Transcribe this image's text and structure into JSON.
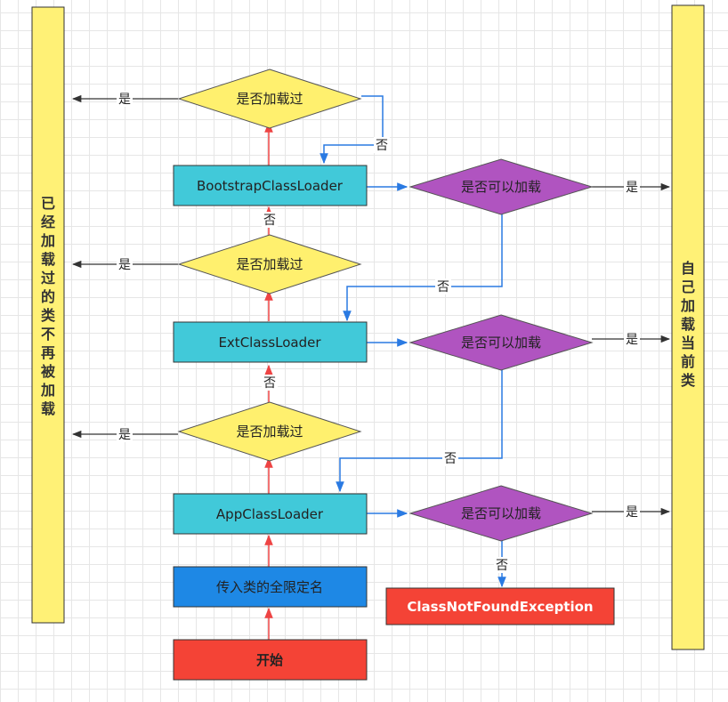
{
  "nodes": {
    "left_panel": {
      "chars": [
        "已",
        "经",
        "加",
        "载",
        "过",
        "的",
        "类",
        "不",
        "再",
        "被",
        "加",
        "载"
      ]
    },
    "right_panel": {
      "chars": [
        "自",
        "己",
        "加",
        "载",
        "当",
        "前",
        "类"
      ]
    },
    "loaded_check_1": "是否加载过",
    "loaded_check_2": "是否加载过",
    "loaded_check_3": "是否加载过",
    "bootstrap_loader": "BootstrapClassLoader",
    "ext_loader": "ExtClassLoader",
    "app_loader": "AppClassLoader",
    "can_load_1": "是否可以加载",
    "can_load_2": "是否可以加载",
    "can_load_3": "是否可以加载",
    "input_name": "传入类的全限定名",
    "start": "开始",
    "exception": "ClassNotFoundException"
  },
  "edge_labels": {
    "yes": "是",
    "no": "否"
  },
  "colors": {
    "panel": "#fff176",
    "diamond_yellow": "#fff06e",
    "diamond_purple": "#b054c0",
    "loader_box": "#41c9d9",
    "input_box": "#1e88e5",
    "start_box": "#f44336",
    "exception_box": "#f44336",
    "arrow_red": "#ee4444",
    "arrow_blue": "#2a7ae2",
    "arrow_black": "#333333"
  }
}
